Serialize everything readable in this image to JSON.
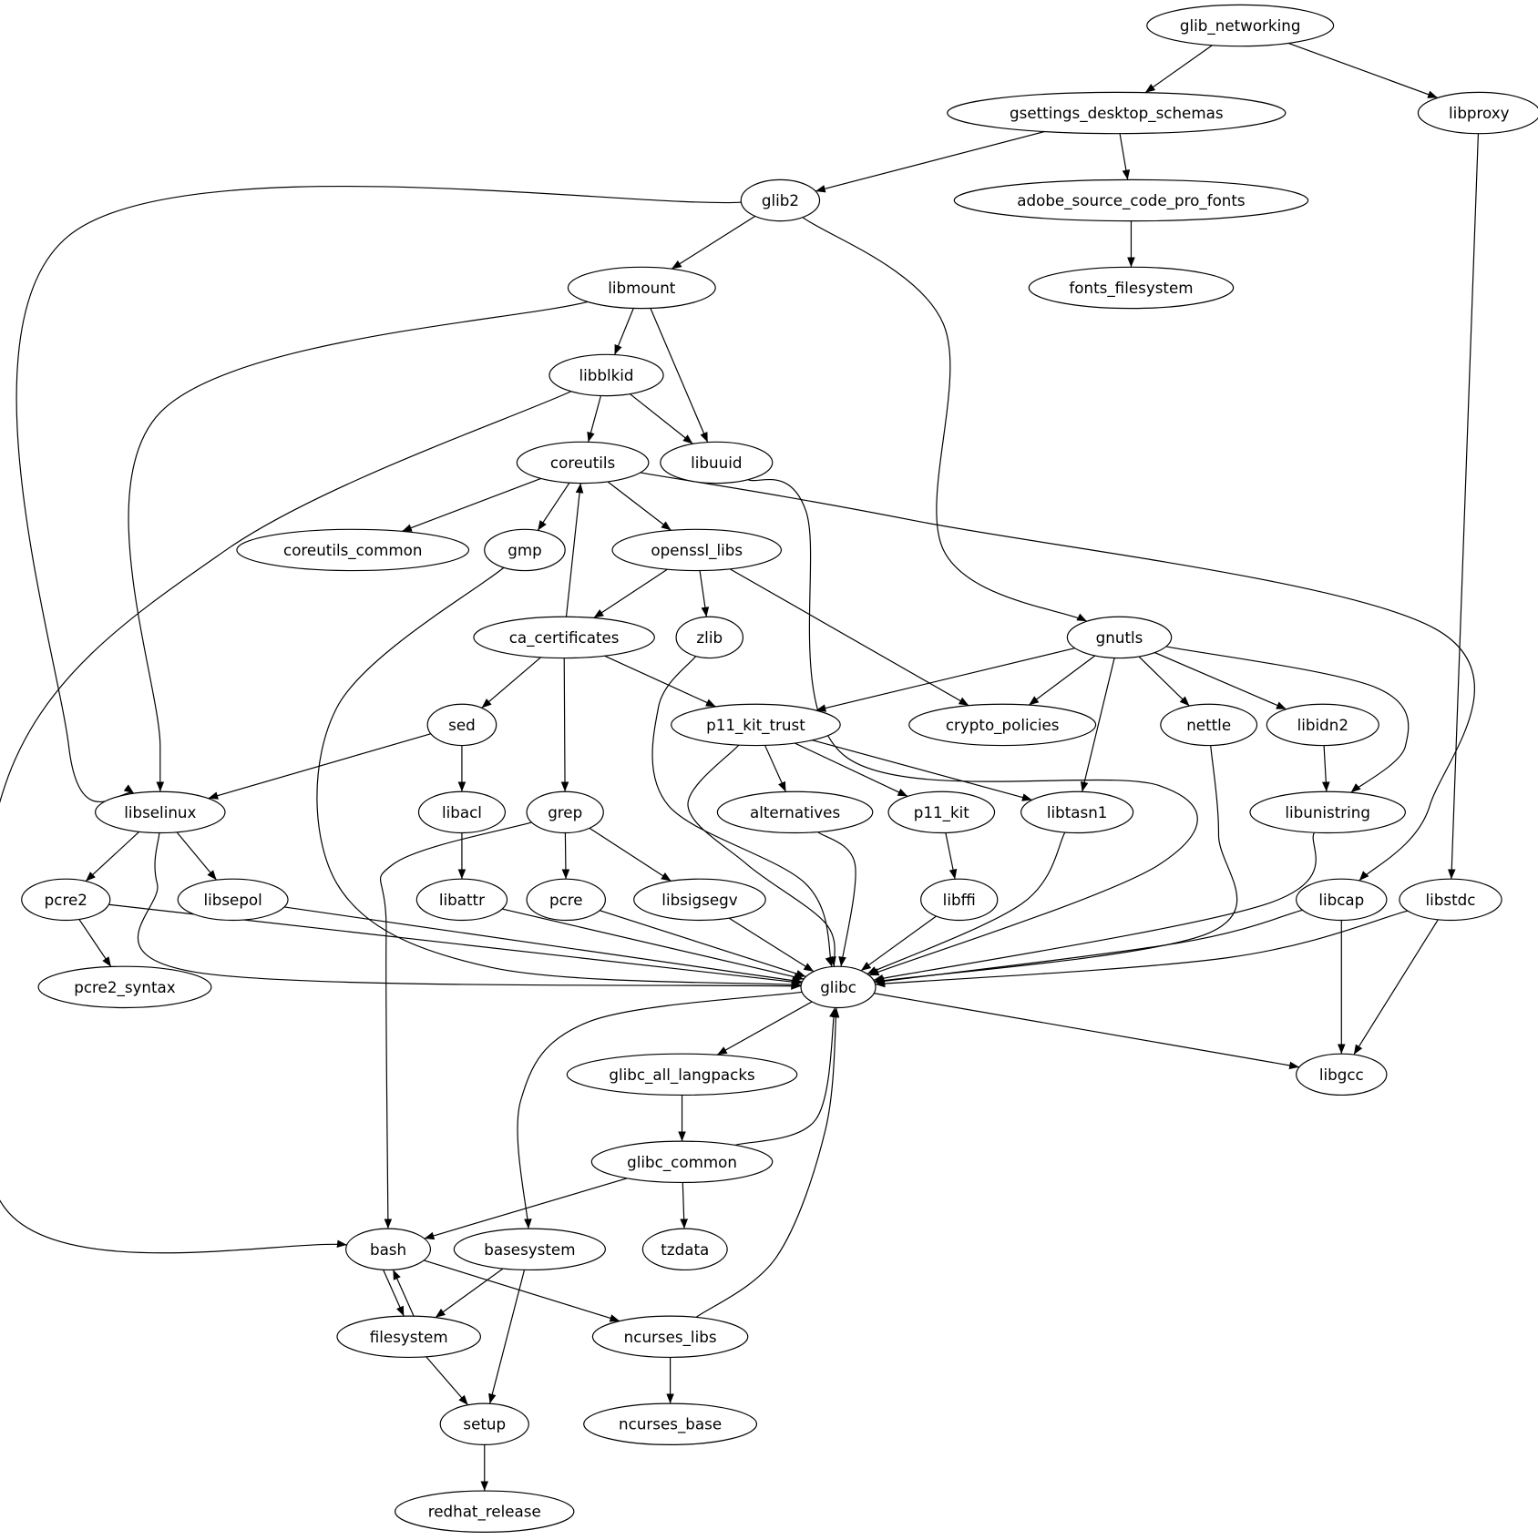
{
  "diagram": {
    "type": "directed-graph",
    "title": "package dependency graph",
    "colors": {
      "stroke": "#000000",
      "fill": "#ffffff",
      "text": "#000000"
    },
    "nodes": [
      {
        "id": "glib_networking",
        "label": "glib_networking"
      },
      {
        "id": "gsettings_desktop_schemas",
        "label": "gsettings_desktop_schemas"
      },
      {
        "id": "libproxy",
        "label": "libproxy"
      },
      {
        "id": "glib2",
        "label": "glib2"
      },
      {
        "id": "adobe_source_code_pro_fonts",
        "label": "adobe_source_code_pro_fonts"
      },
      {
        "id": "fonts_filesystem",
        "label": "fonts_filesystem"
      },
      {
        "id": "libmount",
        "label": "libmount"
      },
      {
        "id": "libblkid",
        "label": "libblkid"
      },
      {
        "id": "coreutils",
        "label": "coreutils"
      },
      {
        "id": "libuuid",
        "label": "libuuid"
      },
      {
        "id": "coreutils_common",
        "label": "coreutils_common"
      },
      {
        "id": "gmp",
        "label": "gmp"
      },
      {
        "id": "openssl_libs",
        "label": "openssl_libs"
      },
      {
        "id": "ca_certificates",
        "label": "ca_certificates"
      },
      {
        "id": "zlib",
        "label": "zlib"
      },
      {
        "id": "gnutls",
        "label": "gnutls"
      },
      {
        "id": "sed",
        "label": "sed"
      },
      {
        "id": "p11_kit_trust",
        "label": "p11_kit_trust"
      },
      {
        "id": "crypto_policies",
        "label": "crypto_policies"
      },
      {
        "id": "nettle",
        "label": "nettle"
      },
      {
        "id": "libidn2",
        "label": "libidn2"
      },
      {
        "id": "libselinux",
        "label": "libselinux"
      },
      {
        "id": "libacl",
        "label": "libacl"
      },
      {
        "id": "grep",
        "label": "grep"
      },
      {
        "id": "alternatives",
        "label": "alternatives"
      },
      {
        "id": "p11_kit",
        "label": "p11_kit"
      },
      {
        "id": "libtasn1",
        "label": "libtasn1"
      },
      {
        "id": "libunistring",
        "label": "libunistring"
      },
      {
        "id": "pcre2",
        "label": "pcre2"
      },
      {
        "id": "libsepol",
        "label": "libsepol"
      },
      {
        "id": "libattr",
        "label": "libattr"
      },
      {
        "id": "pcre",
        "label": "pcre"
      },
      {
        "id": "libsigsegv",
        "label": "libsigsegv"
      },
      {
        "id": "libffi",
        "label": "libffi"
      },
      {
        "id": "libcap",
        "label": "libcap"
      },
      {
        "id": "libstdc",
        "label": "libstdc"
      },
      {
        "id": "pcre2_syntax",
        "label": "pcre2_syntax"
      },
      {
        "id": "glibc",
        "label": "glibc"
      },
      {
        "id": "glibc_all_langpacks",
        "label": "glibc_all_langpacks"
      },
      {
        "id": "libgcc",
        "label": "libgcc"
      },
      {
        "id": "glibc_common",
        "label": "glibc_common"
      },
      {
        "id": "bash",
        "label": "bash"
      },
      {
        "id": "basesystem",
        "label": "basesystem"
      },
      {
        "id": "tzdata",
        "label": "tzdata"
      },
      {
        "id": "filesystem",
        "label": "filesystem"
      },
      {
        "id": "ncurses_libs",
        "label": "ncurses_libs"
      },
      {
        "id": "setup",
        "label": "setup"
      },
      {
        "id": "ncurses_base",
        "label": "ncurses_base"
      },
      {
        "id": "redhat_release",
        "label": "redhat_release"
      }
    ],
    "edges": [
      [
        "glib_networking",
        "gsettings_desktop_schemas"
      ],
      [
        "glib_networking",
        "libproxy"
      ],
      [
        "gsettings_desktop_schemas",
        "glib2"
      ],
      [
        "gsettings_desktop_schemas",
        "adobe_source_code_pro_fonts"
      ],
      [
        "adobe_source_code_pro_fonts",
        "fonts_filesystem"
      ],
      [
        "libproxy",
        "libstdc"
      ],
      [
        "glib2",
        "libmount"
      ],
      [
        "glib2",
        "libselinux"
      ],
      [
        "glib2",
        "gnutls"
      ],
      [
        "libmount",
        "libblkid"
      ],
      [
        "libmount",
        "libuuid"
      ],
      [
        "libmount",
        "libselinux"
      ],
      [
        "libblkid",
        "coreutils"
      ],
      [
        "libblkid",
        "libuuid"
      ],
      [
        "libblkid",
        "bash"
      ],
      [
        "coreutils",
        "coreutils_common"
      ],
      [
        "coreutils",
        "gmp"
      ],
      [
        "coreutils",
        "openssl_libs"
      ],
      [
        "coreutils",
        "libcap"
      ],
      [
        "libuuid",
        "glibc"
      ],
      [
        "gmp",
        "glibc"
      ],
      [
        "openssl_libs",
        "ca_certificates"
      ],
      [
        "openssl_libs",
        "zlib"
      ],
      [
        "openssl_libs",
        "crypto_policies"
      ],
      [
        "ca_certificates",
        "coreutils"
      ],
      [
        "ca_certificates",
        "sed"
      ],
      [
        "ca_certificates",
        "grep"
      ],
      [
        "ca_certificates",
        "p11_kit_trust"
      ],
      [
        "zlib",
        "glibc"
      ],
      [
        "gnutls",
        "p11_kit_trust"
      ],
      [
        "gnutls",
        "crypto_policies"
      ],
      [
        "gnutls",
        "libtasn1"
      ],
      [
        "gnutls",
        "nettle"
      ],
      [
        "gnutls",
        "libidn2"
      ],
      [
        "gnutls",
        "libunistring"
      ],
      [
        "sed",
        "libselinux"
      ],
      [
        "sed",
        "libacl"
      ],
      [
        "p11_kit_trust",
        "alternatives"
      ],
      [
        "p11_kit_trust",
        "p11_kit"
      ],
      [
        "p11_kit_trust",
        "libtasn1"
      ],
      [
        "p11_kit_trust",
        "glibc"
      ],
      [
        "nettle",
        "glibc"
      ],
      [
        "libidn2",
        "libunistring"
      ],
      [
        "libselinux",
        "pcre2"
      ],
      [
        "libselinux",
        "libsepol"
      ],
      [
        "libselinux",
        "glibc"
      ],
      [
        "libacl",
        "libattr"
      ],
      [
        "grep",
        "pcre"
      ],
      [
        "grep",
        "libsigsegv"
      ],
      [
        "grep",
        "bash"
      ],
      [
        "alternatives",
        "glibc"
      ],
      [
        "p11_kit",
        "libffi"
      ],
      [
        "libtasn1",
        "glibc"
      ],
      [
        "libunistring",
        "glibc"
      ],
      [
        "pcre2",
        "pcre2_syntax"
      ],
      [
        "pcre2",
        "glibc"
      ],
      [
        "libsepol",
        "glibc"
      ],
      [
        "libattr",
        "glibc"
      ],
      [
        "pcre",
        "glibc"
      ],
      [
        "libsigsegv",
        "glibc"
      ],
      [
        "libffi",
        "glibc"
      ],
      [
        "libcap",
        "glibc"
      ],
      [
        "libcap",
        "libgcc"
      ],
      [
        "libstdc",
        "glibc"
      ],
      [
        "libstdc",
        "libgcc"
      ],
      [
        "glibc",
        "glibc_all_langpacks"
      ],
      [
        "glibc",
        "basesystem"
      ],
      [
        "glibc",
        "libgcc"
      ],
      [
        "glibc_all_langpacks",
        "glibc_common"
      ],
      [
        "glibc_common",
        "glibc"
      ],
      [
        "glibc_common",
        "bash"
      ],
      [
        "glibc_common",
        "tzdata"
      ],
      [
        "bash",
        "filesystem"
      ],
      [
        "bash",
        "ncurses_libs"
      ],
      [
        "basesystem",
        "filesystem"
      ],
      [
        "basesystem",
        "setup"
      ],
      [
        "filesystem",
        "bash"
      ],
      [
        "filesystem",
        "setup"
      ],
      [
        "ncurses_libs",
        "glibc"
      ],
      [
        "ncurses_libs",
        "ncurses_base"
      ],
      [
        "setup",
        "redhat_release"
      ]
    ]
  }
}
